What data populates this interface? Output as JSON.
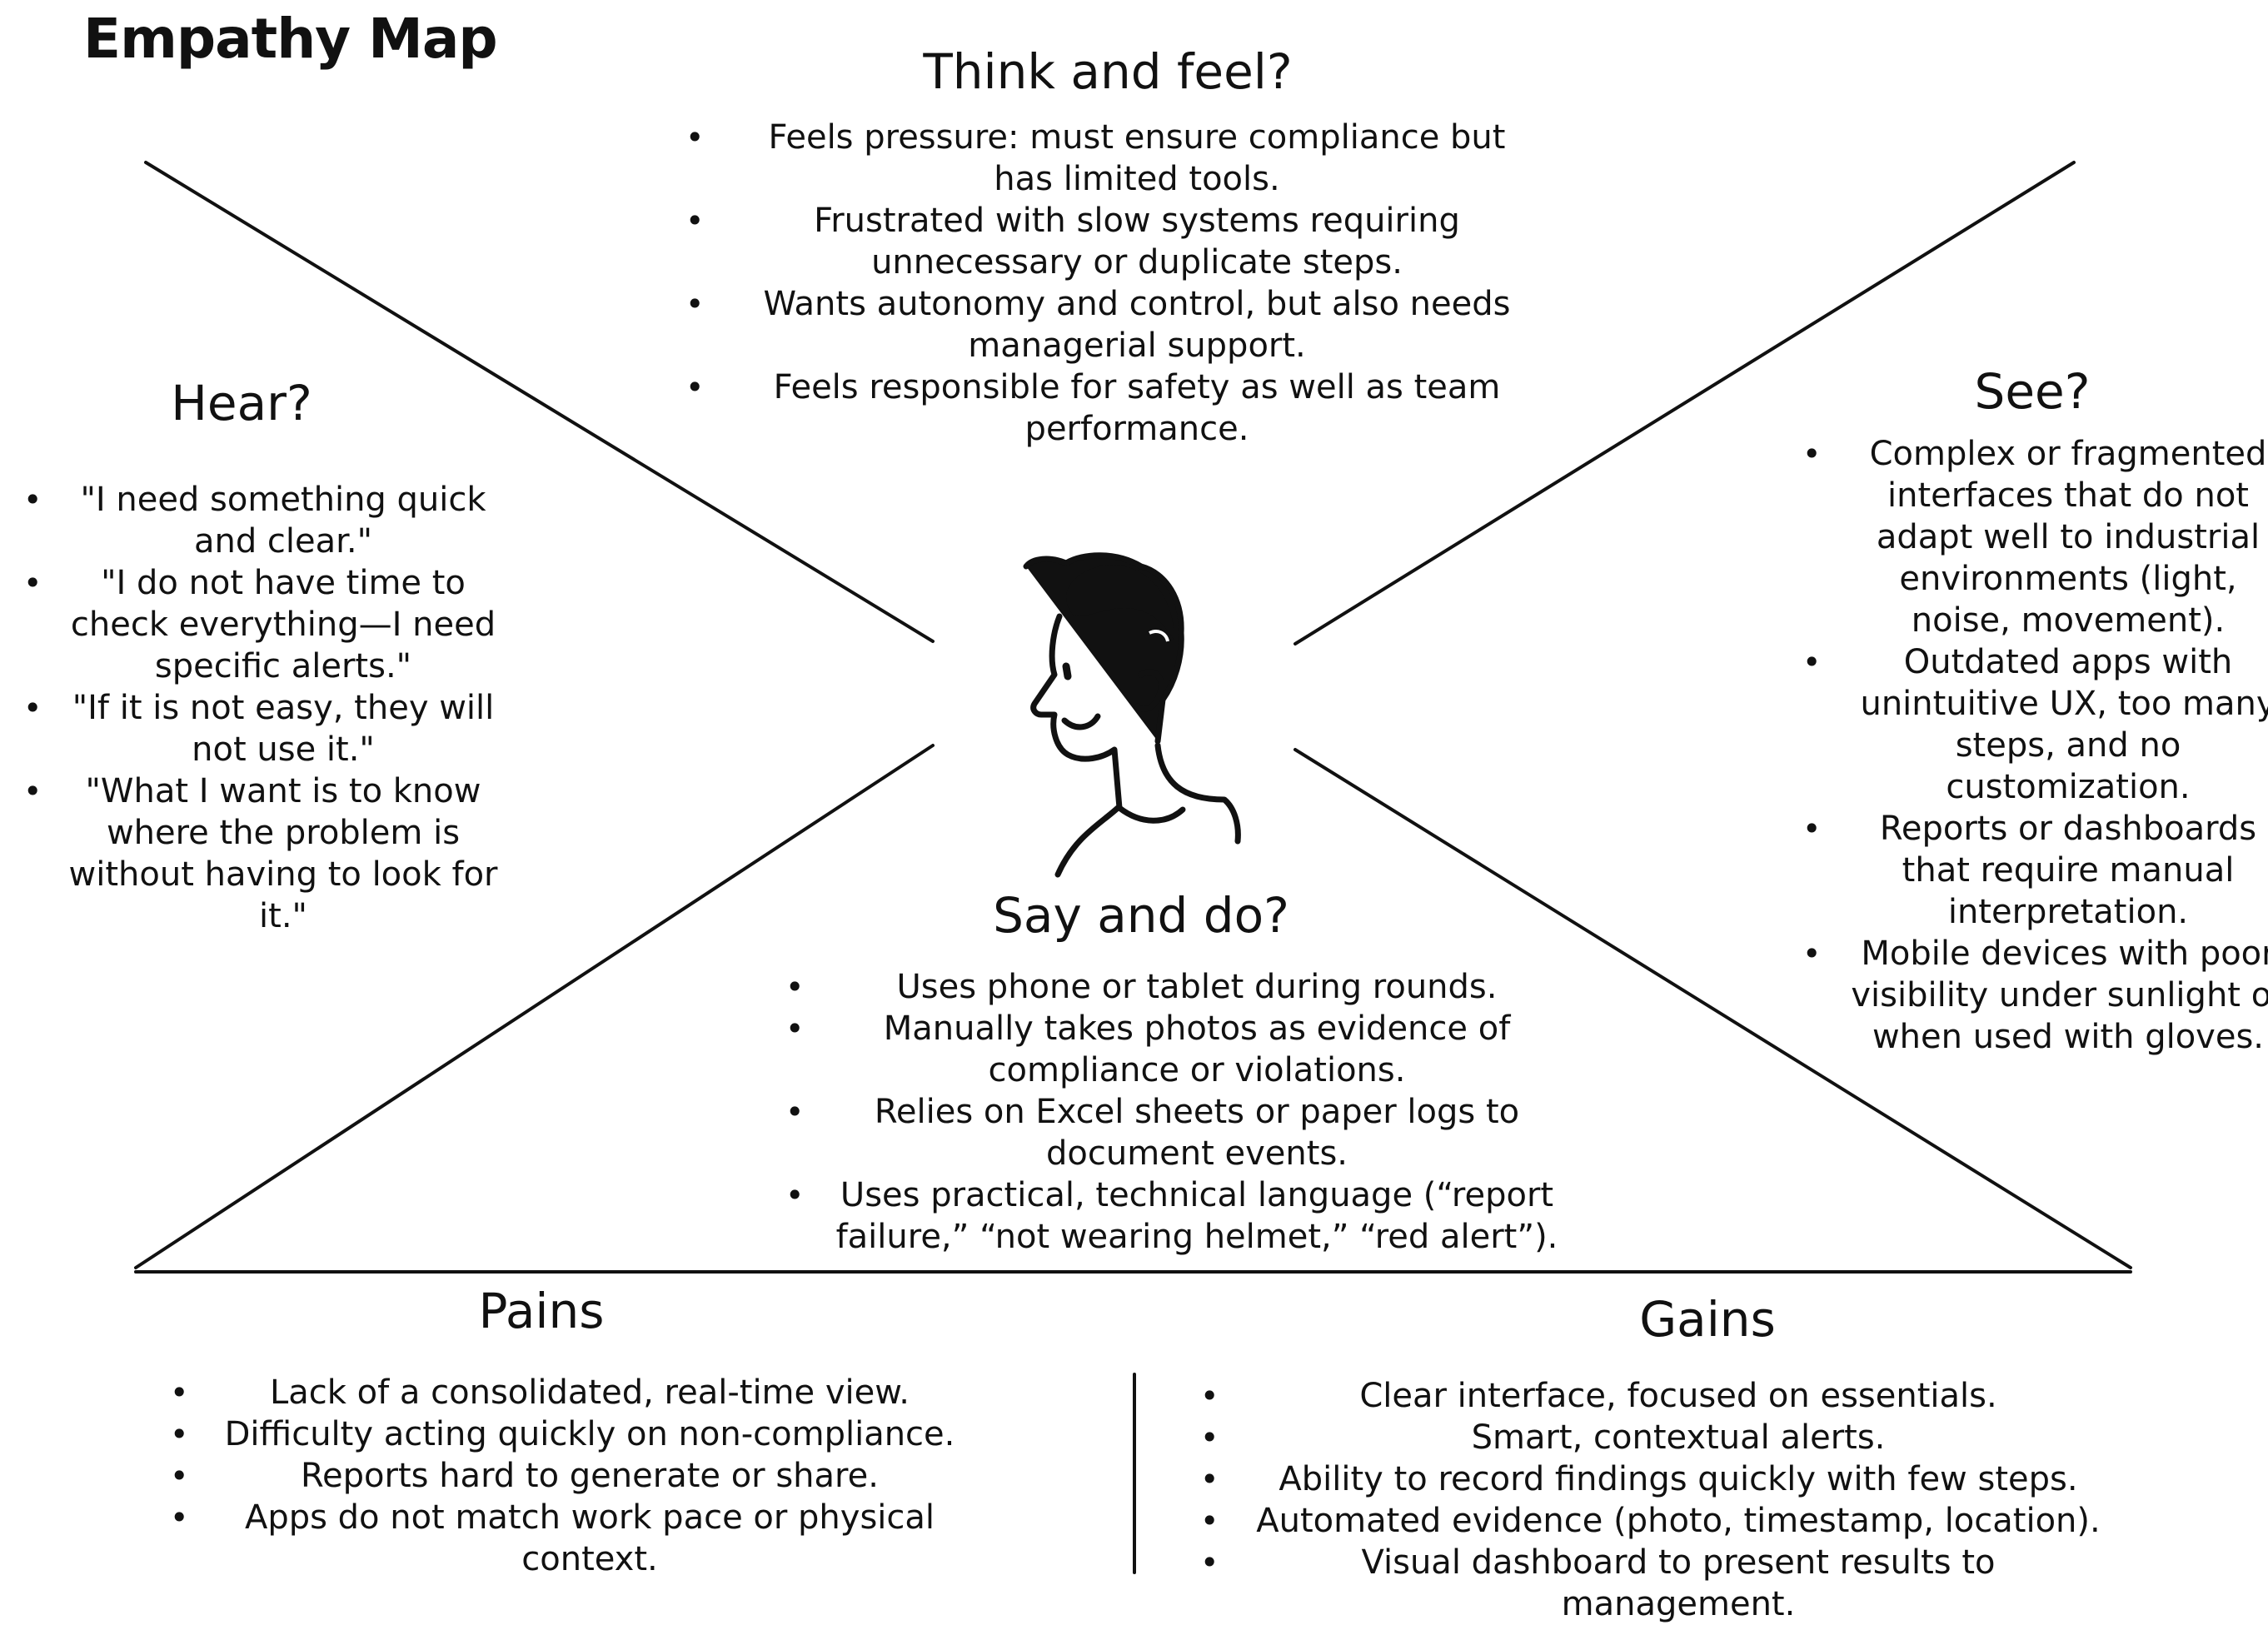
{
  "title": "Empathy Map",
  "think_feel": {
    "heading": "Think and feel?",
    "items": [
      "Feels pressure: must ensure compliance but has limited tools.",
      "Frustrated with slow systems requiring unnecessary or duplicate steps.",
      "Wants autonomy and control, but also needs managerial support.",
      "Feels responsible for safety as well as team performance."
    ]
  },
  "hear": {
    "heading": "Hear?",
    "items": [
      "\"I need something quick and clear.\"",
      "\"I do not have time to check everything—I need specific alerts.\"",
      "\"If it is not easy, they will not use it.\"",
      "\"What I want is to know where the problem is without having to look for it.\""
    ]
  },
  "see": {
    "heading": "See?",
    "items": [
      "Complex or fragmented interfaces that do not adapt well to industrial environments (light, noise, movement).",
      "Outdated apps with unintuitive UX, too many steps, and no customization.",
      "Reports or dashboards that require manual interpretation.",
      "Mobile devices with poor visibility under sunlight or when used with gloves."
    ]
  },
  "say_do": {
    "heading": "Say and do?",
    "items": [
      "Uses phone or tablet during rounds.",
      "Manually takes photos as evidence of compliance or violations.",
      "Relies on Excel sheets or paper logs to document events.",
      "Uses practical, technical language (“report failure,” “not wearing helmet,” “red alert”)."
    ]
  },
  "pains": {
    "heading": "Pains",
    "items": [
      "Lack of a consolidated, real-time view.",
      "Difficulty acting quickly on non-compliance.",
      "Reports hard to generate or share.",
      "Apps do not match work pace or physical context."
    ]
  },
  "gains": {
    "heading": "Gains",
    "items": [
      "Clear interface, focused on essentials.",
      "Smart, contextual alerts.",
      "Ability to record findings quickly with few steps.",
      "Automated evidence (photo, timestamp, location).",
      "Visual dashboard to present results to management."
    ]
  },
  "icons": {
    "center": "person-profile-icon"
  }
}
